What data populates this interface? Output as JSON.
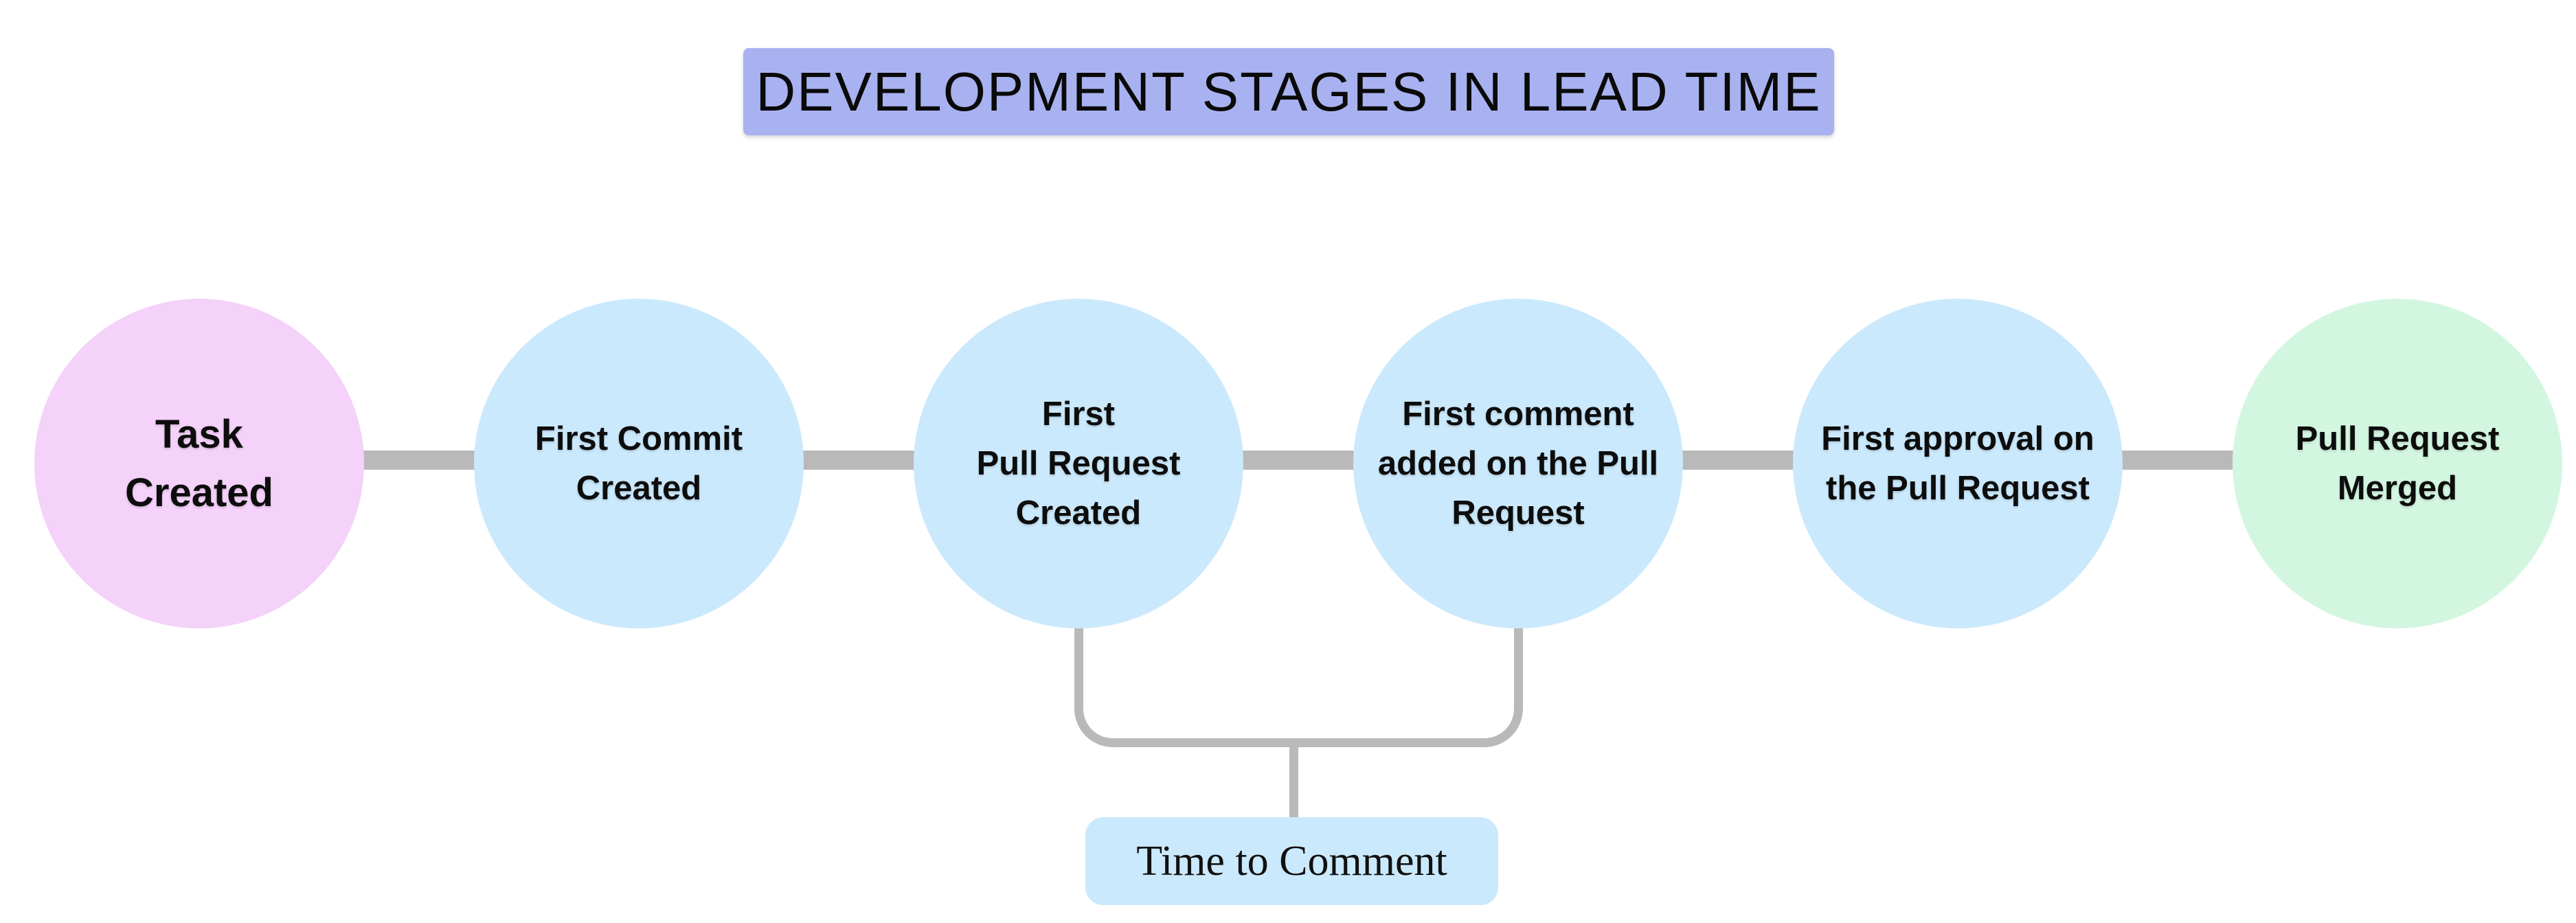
{
  "page": {
    "background": "#ffffff"
  },
  "title": {
    "text": "DEVELOPMENT STAGES IN LEAD TIME",
    "background": "#a9b2f0",
    "text_color": "#0a0a0a"
  },
  "timeline": {
    "connector_color": "#b9b9b9"
  },
  "stages": [
    {
      "label": "Task\nCreated",
      "color": "#f4d2f9"
    },
    {
      "label": "First Commit\nCreated",
      "color": "#cbe9fc"
    },
    {
      "label": "First\nPull Request\nCreated",
      "color": "#cbe9fc"
    },
    {
      "label": "First comment\nadded on the Pull\nRequest",
      "color": "#cbe9fc"
    },
    {
      "label": "First approval on\nthe Pull Request",
      "color": "#cbe9fc"
    },
    {
      "label": "Pull Request\nMerged",
      "color": "#d3f6e0"
    }
  ],
  "annotation": {
    "label": "Time to Comment",
    "background": "#cbe9fc",
    "bracket_color": "#b9b9b9"
  }
}
